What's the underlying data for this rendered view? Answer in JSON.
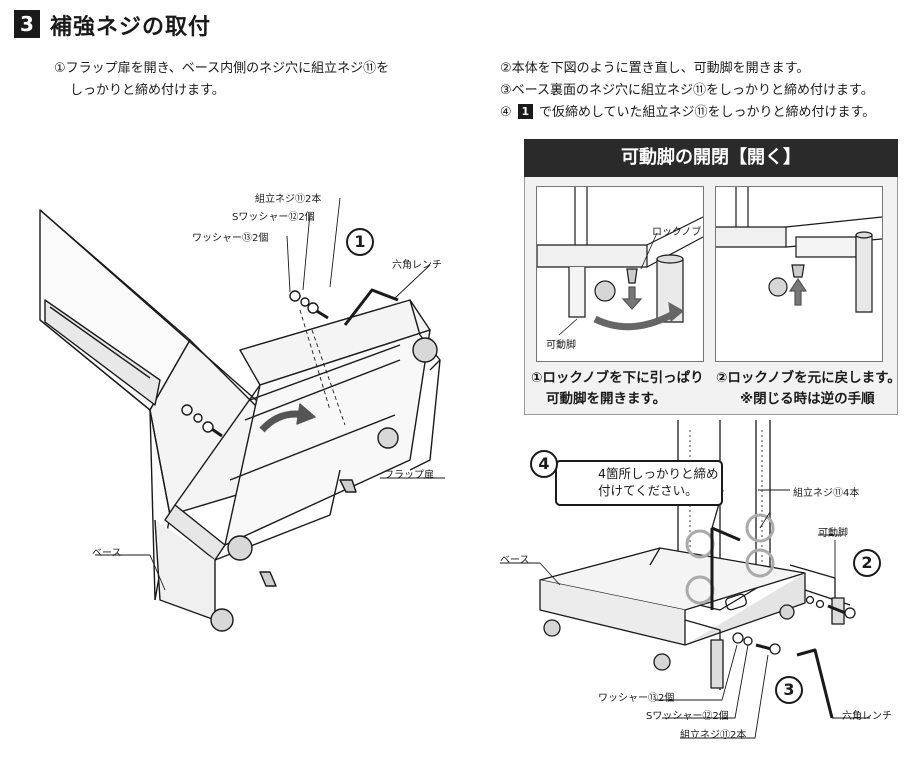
{
  "step": {
    "number": "3",
    "title": "補強ネジの取付"
  },
  "left_instruction": {
    "line1": "①フラップ扉を開き、ベース内側のネジ穴に組立ネジ⑪を",
    "line2": "しっかりと締め付けます。"
  },
  "right_instructions": {
    "line2": "②本体を下図のように置き直し、可動脚を開きます。",
    "line3": "③ベース裏面のネジ穴に組立ネジ⑪をしっかりと締め付けます。",
    "line4_prefix": "④",
    "line4_box": "1",
    "line4_suffix": "で仮締めしていた組立ネジ⑪をしっかりと締め付けます。"
  },
  "panel": {
    "title": "可動脚の開閉【開く】",
    "left_caption_1": "①ロックノブを下に引っぱり",
    "left_caption_2": "可動脚を開きます。",
    "right_caption_1": "②ロックノブを元に戻します。",
    "right_caption_2": "※閉じる時は逆の手順",
    "lock_knob_label": "ロックノブ",
    "movable_leg_label": "可動脚"
  },
  "left_diagram": {
    "callout": "1",
    "labels": {
      "screw": "組立ネジ⑪2本",
      "s_washer": "Sワッシャー⑫2個",
      "washer": "ワッシャー⑬2個",
      "hex_wrench": "六角レンチ",
      "flap_door": "フラップ扉",
      "base": "ベース"
    }
  },
  "right_diagram": {
    "callout_4": "4",
    "warning_line1": "4箇所しっかりと締め",
    "warning_line2": "付けてください。",
    "callout_2": "2",
    "callout_3": "3",
    "labels": {
      "screw_4": "組立ネジ⑪4本",
      "movable_leg": "可動脚",
      "base": "ベース",
      "washer": "ワッシャー⑬2個",
      "s_washer": "Sワッシャー⑫2個",
      "screw_2": "組立ネジ⑪2本",
      "hex_wrench": "六角レンチ"
    }
  }
}
